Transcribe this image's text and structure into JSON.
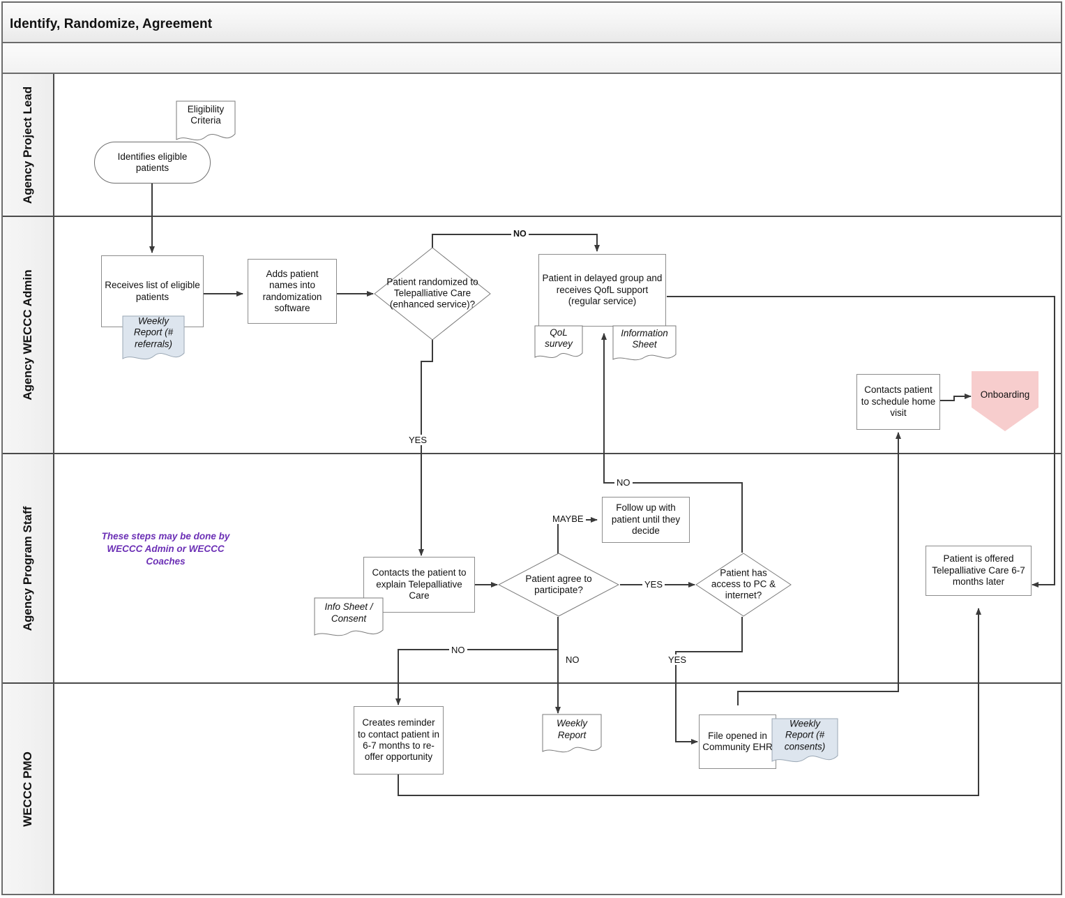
{
  "header": {
    "title": "Identify, Randomize, Agreement"
  },
  "lanes": [
    {
      "id": "agency-project-lead",
      "label": "Agency Project Lead"
    },
    {
      "id": "agency-weccc-admin",
      "label": "Agency WECCC Admin"
    },
    {
      "id": "agency-program-staff",
      "label": "Agency Program Staff"
    },
    {
      "id": "weccc-pmo",
      "label": "WECCC PMO"
    }
  ],
  "nodes": {
    "identifies_patients": "Identifies eligible patients",
    "eligibility_criteria": "Eligibility Criteria",
    "receives_list": "Receives list of eligible patients",
    "weekly_report_referrals": "Weekly Report (# referrals)",
    "adds_names": "Adds patient names into randomization software",
    "randomized_decision": "Patient randomized to Telepalliative Care (enhanced service)?",
    "delayed_group": "Patient in delayed group and receives QofL support (regular service)",
    "qol_survey": "QoL survey",
    "information_sheet": "Information Sheet",
    "contacts_schedule": "Contacts patient to schedule home visit",
    "onboarding": "Onboarding",
    "contacts_explain": "Contacts the patient to explain Telepalliative Care",
    "info_sheet_consent": "Info Sheet / Consent",
    "agree_decision": "Patient agree to participate?",
    "follow_up": "Follow up with patient until they decide",
    "pc_internet_decision": "Patient has access to PC & internet?",
    "offered_later": "Patient is offered Telepalliative Care 6-7 months later",
    "creates_reminder": "Creates reminder to contact patient in 6-7 months to re-offer opportunity",
    "weekly_report": "Weekly Report",
    "file_opened": "File opened in Community EHR",
    "weekly_report_consents": "Weekly Report (# consents)",
    "staff_note": "These steps may be done by WECCC Admin or WECCC Coaches"
  },
  "edge_labels": {
    "no_randomize": "NO",
    "yes_randomize": "YES",
    "maybe_agree": "MAYBE",
    "yes_agree": "YES",
    "no_agree_left": "NO",
    "no_agree_down": "NO",
    "no_pc": "NO",
    "yes_pc": "YES"
  },
  "colors": {
    "onboarding_fill": "#f7cdcd",
    "report_fill": "#dde5ee",
    "note_text": "#6b2fb5",
    "lane_border": "#4a4a4a",
    "shape_border": "#8c8c8c"
  }
}
